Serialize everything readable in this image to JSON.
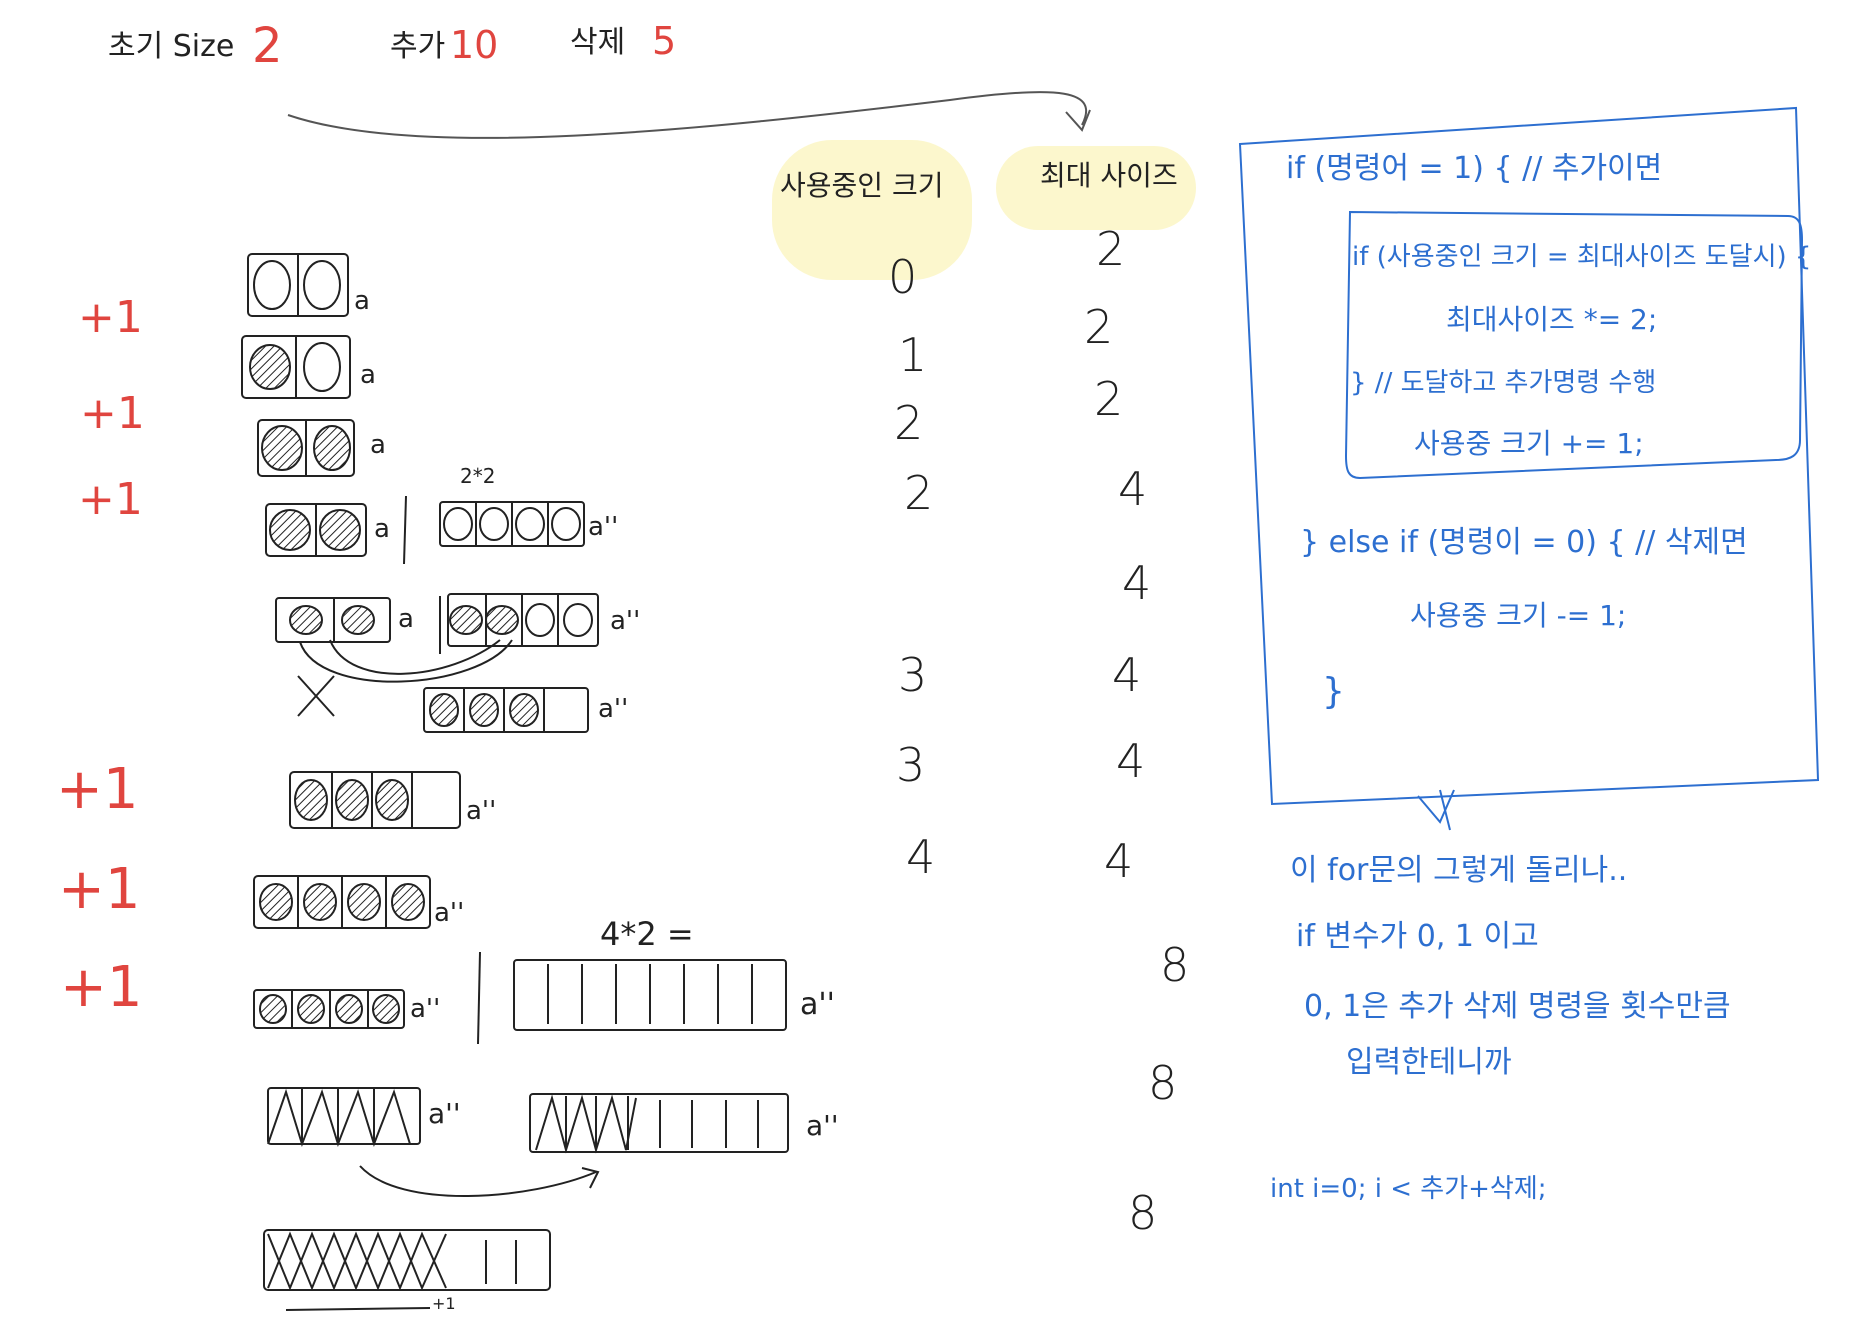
{
  "header": {
    "init_label": "초기 Size",
    "init_value": "2",
    "add_label": "추가",
    "add_value": "10",
    "del_label": "삭제",
    "del_value": "5"
  },
  "columns": {
    "used_header": "사용중인 크기",
    "max_header": "최대 사이즈",
    "used_values": [
      "0",
      "1",
      "2",
      "2",
      "3",
      "3",
      "4"
    ],
    "max_values": [
      "2",
      "2",
      "2",
      "4",
      "4",
      "4",
      "4",
      "4",
      "8",
      "8",
      "8"
    ]
  },
  "plus_marks": [
    "+1",
    "+1",
    "+1",
    "+1",
    "+1",
    "+1"
  ],
  "array_labels": {
    "a": "a",
    "a_double": "a''",
    "double_formula_small": "2*2",
    "double_formula_large": "4*2 =",
    "plus_one_small": "+1"
  },
  "code_box": {
    "line1": "if (명령어 = 1) { // 추가이면",
    "line2": "if (사용중인 크기 = 최대사이즈 도달시) {",
    "line3": "최대사이즈 *= 2;",
    "line4": "} // 도달하고 추가명령 수행",
    "line5": "사용중 크기 += 1;",
    "line6": "} else if (명령이 = 0) { // 삭제면",
    "line7": "사용중 크기 -= 1;",
    "line8": "}"
  },
  "notes": {
    "line1": "이 for문의 그렇게 돌리나..",
    "line2": "if 변수가 0, 1 이고",
    "line3": "0, 1은 추가 삭제 명령을 횟수만큼",
    "line4": "입력한테니까",
    "line5": "int i=0; i < 추가+삭제;"
  },
  "colors": {
    "ink": "#222222",
    "red": "#e0453f",
    "blue": "#2d6fd0",
    "highlight": "#fbf6c4"
  }
}
